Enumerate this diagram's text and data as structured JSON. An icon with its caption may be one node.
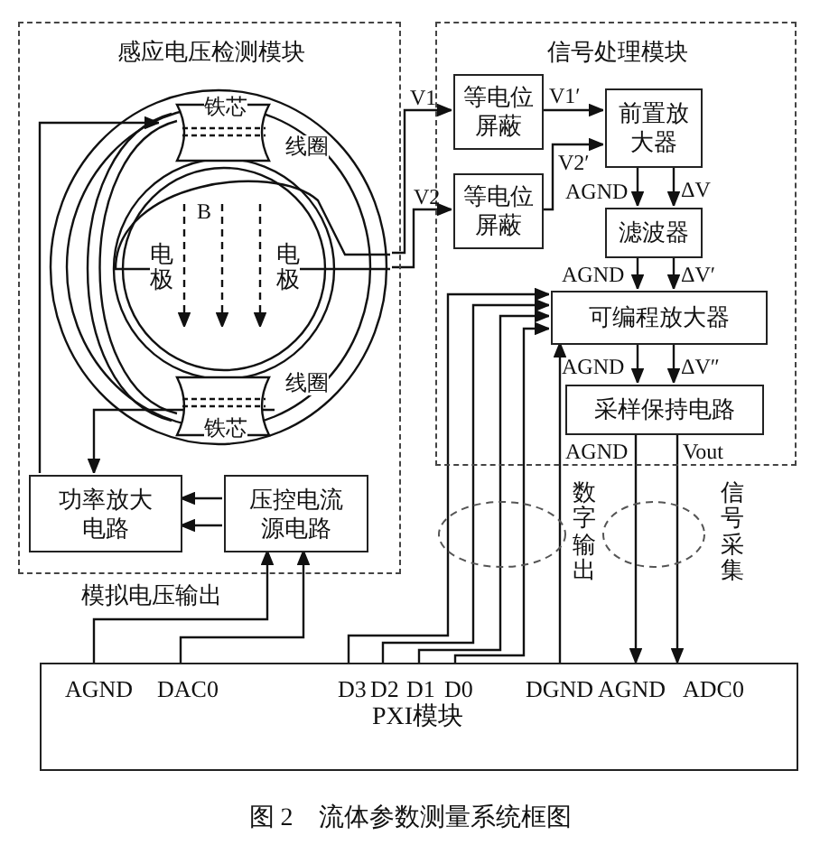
{
  "diagram": {
    "caption": "图 2　流体参数测量系统框图",
    "nodes": [
      {
        "text": [
          "感应电压检测模块"
        ]
      },
      {
        "text": [
          "信号处理模块"
        ]
      },
      {
        "text": [
          "铁芯",
          "线圈",
          "B",
          "电极",
          "电极",
          "线圈",
          "铁芯"
        ],
        "in": 0
      },
      {
        "text": [
          "功率放大电路"
        ],
        "in": 0
      },
      {
        "text": [
          "压控电流源电路"
        ],
        "in": 0
      },
      {
        "text": [
          "等电位屏蔽"
        ],
        "in": 1
      },
      {
        "text": [
          "等电位屏蔽"
        ],
        "in": 1
      },
      {
        "text": [
          "前置放大器"
        ],
        "in": 1
      },
      {
        "text": [
          "滤波器"
        ],
        "in": 1
      },
      {
        "text": [
          "可编程放大器"
        ],
        "in": 1
      },
      {
        "text": [
          "采样保持电路"
        ],
        "in": 1
      },
      {
        "text": [
          "AGND",
          "DAC0",
          "D3",
          "D2",
          "D1",
          "D0",
          "DGND",
          "AGND",
          "ADC0",
          "PXI模块"
        ]
      }
    ],
    "edges": [
      {
        "from": 2,
        "to": 5,
        "arrow": "to",
        "label": "V1"
      },
      {
        "from": 2,
        "to": 6,
        "arrow": "to",
        "label": "V2"
      },
      {
        "from": 5,
        "to": 7,
        "arrow": "to",
        "label": "V1′"
      },
      {
        "from": 6,
        "to": 7,
        "arrow": "to",
        "label": "V2′"
      },
      {
        "from": 7,
        "to": 8,
        "arrow": "to",
        "label": "AGND"
      },
      {
        "from": 7,
        "to": 8,
        "arrow": "to",
        "label": "ΔV"
      },
      {
        "from": 8,
        "to": 9,
        "arrow": "to",
        "label": "AGND"
      },
      {
        "from": 8,
        "to": 9,
        "arrow": "to",
        "label": "ΔV′"
      },
      {
        "from": 9,
        "to": 10,
        "arrow": "to",
        "label": "AGND"
      },
      {
        "from": 9,
        "to": 10,
        "arrow": "to",
        "label": "ΔV″"
      },
      {
        "from": 10,
        "to": 11,
        "arrow": "to",
        "label": "AGND"
      },
      {
        "from": 10,
        "to": 11,
        "arrow": "to",
        "label": "Vout"
      },
      {
        "from": 3,
        "to": 2,
        "arrow": "to"
      },
      {
        "from": 2,
        "to": 3,
        "arrow": "to"
      },
      {
        "from": 4,
        "to": 3,
        "arrow": "to"
      },
      {
        "from": 4,
        "to": 3,
        "arrow": "to"
      },
      {
        "from": 11,
        "to": 4,
        "arrow": "to"
      },
      {
        "from": 11,
        "to": 4,
        "arrow": "to"
      },
      {
        "from": 11,
        "to": 9,
        "arrow": "to"
      },
      {
        "from": 11,
        "to": 9,
        "arrow": "to"
      },
      {
        "from": 11,
        "to": 9,
        "arrow": "to"
      },
      {
        "from": 11,
        "to": 9,
        "arrow": "to"
      },
      {
        "from": 11,
        "to": 9,
        "arrow": "to"
      }
    ],
    "labels": [
      "模拟电压输出",
      "数字输出",
      "信号采集"
    ]
  }
}
